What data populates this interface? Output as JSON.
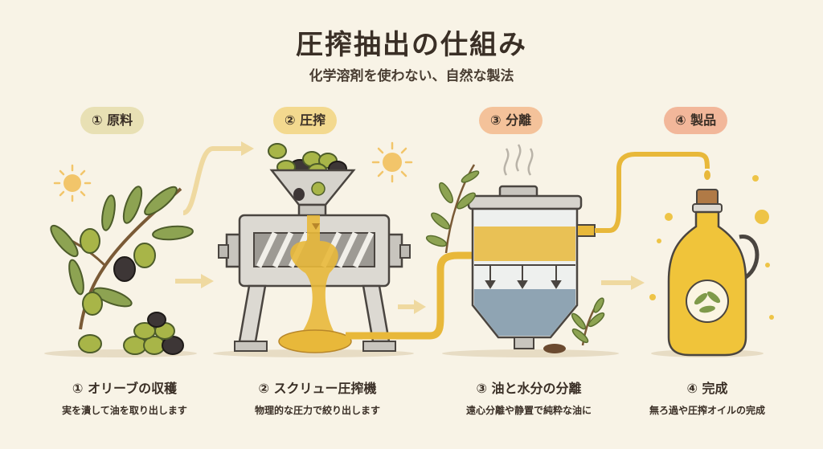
{
  "title": "圧搾抽出の仕組み",
  "subtitle": "化学溶剤を使わない、自然な製法",
  "steps": [
    {
      "badge": "① 原料",
      "caption_title": "① オリーブの収穫",
      "caption_desc": "実を潰して油を取り出します",
      "badge_color": "#e8e0b4"
    },
    {
      "badge": "② 圧搾",
      "caption_title": "② スクリュー圧搾機",
      "caption_desc": "物理的な圧力で絞り出します",
      "badge_color": "#f3d98f"
    },
    {
      "badge": "③ 分離",
      "caption_title": "③ 油と水分の分離",
      "caption_desc": "遠心分離や静置で純粋な油に",
      "badge_color": "#f4c29a"
    },
    {
      "badge": "④ 製品",
      "caption_title": "④ 完成",
      "caption_desc": "無ろ過や圧搾オイルの完成",
      "badge_color": "#f2b79a"
    }
  ],
  "colors": {
    "background": "#f8f3e6",
    "oil": "#e8b83a",
    "olive_green": "#9aa83e",
    "olive_dark": "#3a3532",
    "leaf": "#7f9a4a",
    "metal": "#cfcdc8",
    "arrow": "#efd9a0"
  }
}
